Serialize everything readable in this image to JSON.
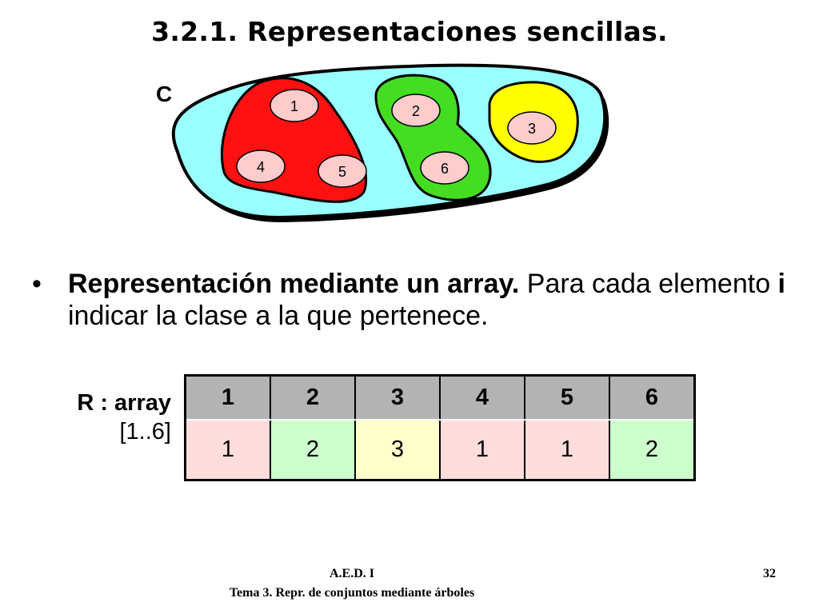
{
  "title": "3.2.1. Representaciones sencillas.",
  "diagram": {
    "set_label": "C",
    "colors": {
      "universe": "#99ffff",
      "class_1": "#ff1111",
      "class_2": "#44dd22",
      "class_3": "#ffff00",
      "element": "#ffcccc"
    },
    "elements": [
      "1",
      "2",
      "3",
      "4",
      "5",
      "6"
    ]
  },
  "bullet": {
    "bold_part": "Representación mediante un array.",
    "normal_part_1": " Para cada elemento ",
    "bold_i": "i",
    "normal_part_2": " indicar la clase a la que pertenece."
  },
  "array": {
    "name": "R : array",
    "range": "[1..6]",
    "indices": [
      "1",
      "2",
      "3",
      "4",
      "5",
      "6"
    ],
    "values": [
      "1",
      "2",
      "3",
      "1",
      "1",
      "2"
    ],
    "value_colors": [
      "#ffdddd",
      "#ccffcc",
      "#ffffcc",
      "#ffdddd",
      "#ffdddd",
      "#ccffcc"
    ]
  },
  "footer": {
    "line1": "A.E.D. I",
    "line2": "Tema 3. Repr. de conjuntos mediante árboles",
    "page": "32"
  }
}
